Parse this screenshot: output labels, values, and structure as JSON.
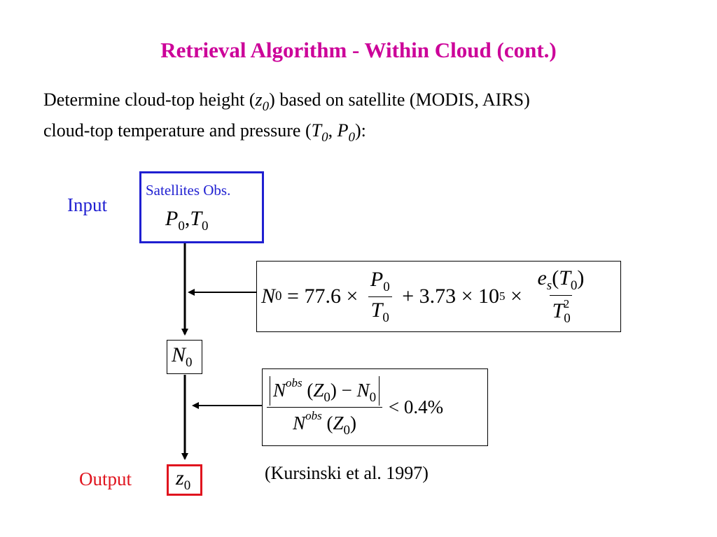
{
  "title": "Retrieval Algorithm - Within Cloud (cont.)",
  "intro": {
    "line1_a": "Determine cloud-top height (",
    "z": "z",
    "zero": "0",
    "line1_b": ") based on satellite (MODIS, AIRS)",
    "line2_a": "cloud-top temperature and pressure (",
    "T": "T",
    "comma": ", ",
    "P": "P",
    "line2_b": "):"
  },
  "input": {
    "label": "Input",
    "box_title": "Satellites Obs.",
    "P": "P",
    "T": "T",
    "sub": "0",
    "comma": ","
  },
  "eq1": {
    "N": "N",
    "sub0": "0",
    "eq": " = ",
    "c1": "77.6 × ",
    "P": "P",
    "T": "T",
    "plus": " + 3.73 × 10",
    "exp": "5",
    "times": " × ",
    "e": "e",
    "s": "s",
    "open": "(",
    "close": ")",
    "sq": "2"
  },
  "n0": {
    "N": "N",
    "sub": "0"
  },
  "eq2": {
    "N": "N",
    "obs": "obs",
    "Z": "Z",
    "sub0": "0",
    "open": " (",
    "close": ")",
    "minus": " − ",
    "lt": " < 0.4%"
  },
  "output": {
    "label": "Output",
    "z": "z",
    "sub": "0"
  },
  "citation": "(Kursinski et al. 1997)",
  "colors": {
    "title": "#cc0099",
    "blue": "#1f1fd1",
    "red": "#e0141e"
  }
}
